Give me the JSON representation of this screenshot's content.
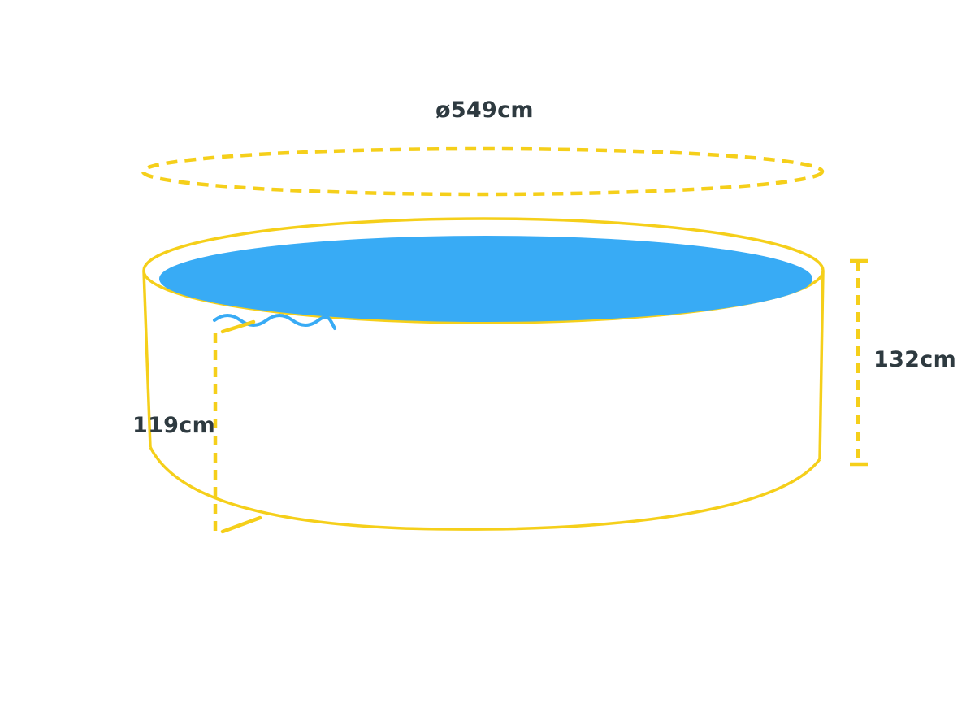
{
  "dimensions": {
    "diameter": "ø549cm",
    "wall_height": "132cm",
    "water_depth": "119cm"
  },
  "colors": {
    "outline": "#f5cf1a",
    "water": "#38abf5",
    "wave": "#38abf5",
    "label_text": "#2e3a40",
    "background": "#ffffff"
  }
}
